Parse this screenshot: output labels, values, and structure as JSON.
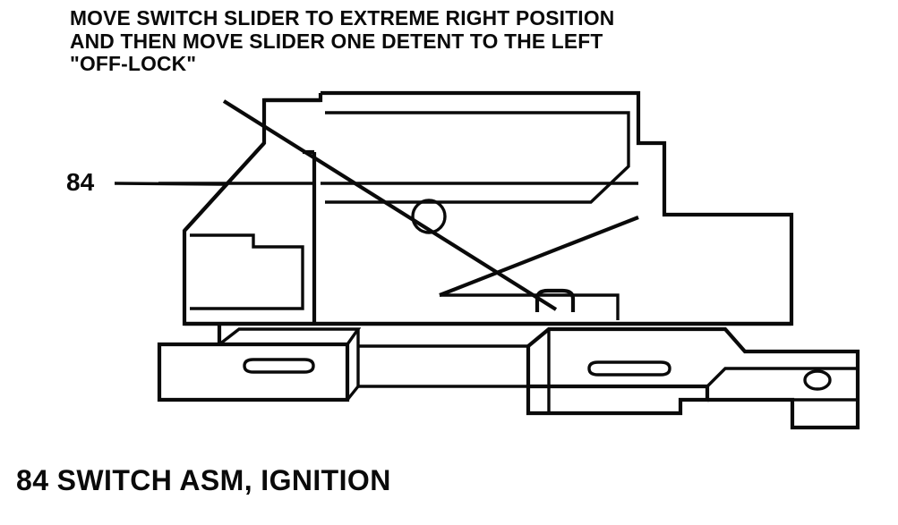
{
  "document": {
    "kind": "technical-illustration",
    "background_color": "#ffffff",
    "line_color": "#0a0a0a"
  },
  "note": {
    "lines": [
      "MOVE SWITCH SLIDER TO EXTREME RIGHT POSITION",
      "AND THEN MOVE SLIDER ONE DETENT TO THE LEFT",
      "\"OFF-LOCK\""
    ],
    "line1": "MOVE SWITCH SLIDER TO EXTREME RIGHT POSITION",
    "line2": "AND THEN MOVE SLIDER ONE DETENT TO THE LEFT",
    "line3": "\"OFF-LOCK\""
  },
  "callout": {
    "number": "84"
  },
  "caption": {
    "text": "84 SWITCH ASM, IGNITION"
  },
  "parts": {
    "item_number": "84",
    "name": "SWITCH ASM, IGNITION"
  }
}
